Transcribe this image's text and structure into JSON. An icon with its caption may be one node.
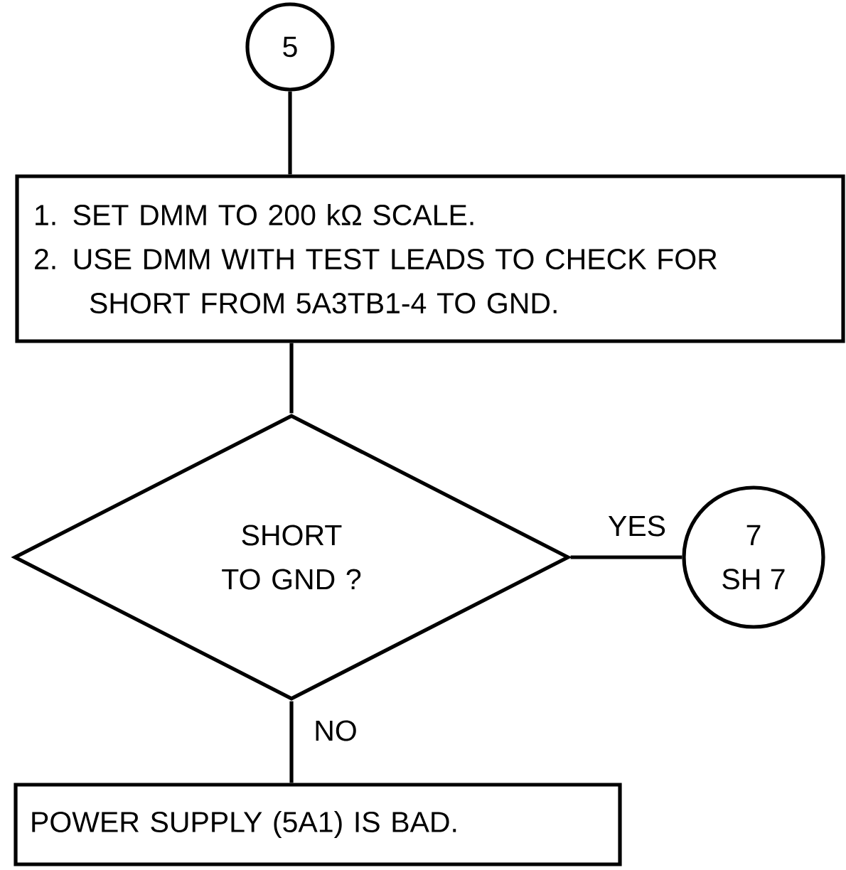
{
  "diagram": {
    "nodes": [
      {
        "text": [
          "5"
        ]
      },
      {
        "text": [
          "1. SET DMM TO 200 kΩ SCALE.",
          "2. USE DMM WITH TEST LEADS TO CHECK FOR SHORT FROM 5A3TB1-4 TO GND."
        ]
      },
      {
        "text": [
          "SHORT TO GND ?"
        ]
      },
      {
        "text": [
          "7",
          "SH 7"
        ]
      },
      {
        "text": [
          "POWER SUPPLY (5A1) IS BAD."
        ]
      }
    ],
    "edges": [
      {
        "from": 0,
        "to": 1,
        "arrow": "none"
      },
      {
        "from": 1,
        "to": 2,
        "arrow": "none"
      },
      {
        "from": 2,
        "to": 3,
        "arrow": "none",
        "label": "YES"
      },
      {
        "from": 2,
        "to": 4,
        "arrow": "none",
        "label": "NO"
      }
    ]
  }
}
